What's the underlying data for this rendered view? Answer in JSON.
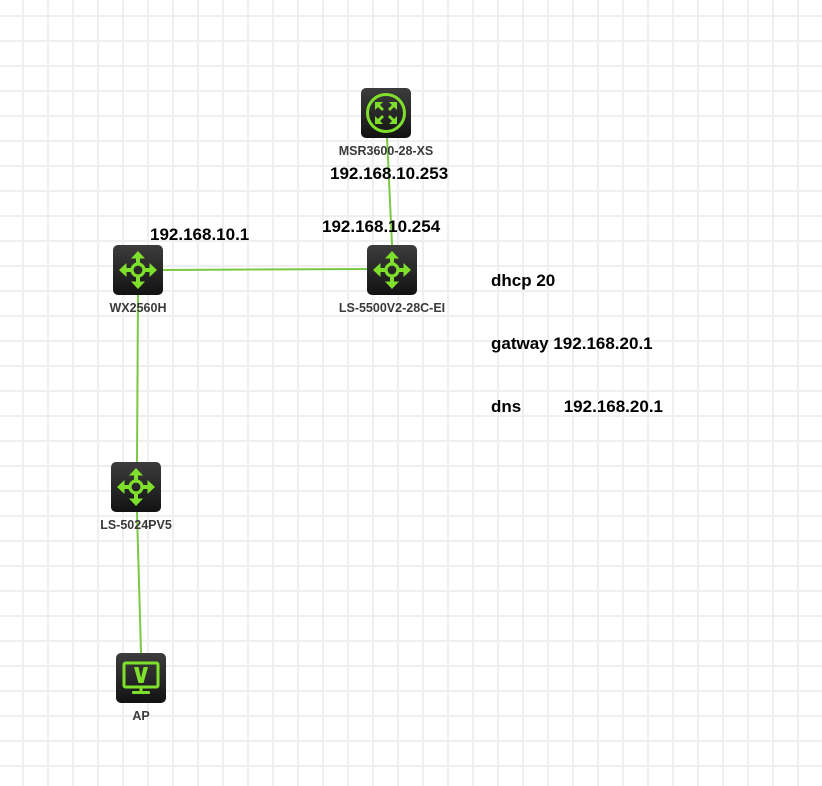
{
  "diagram": {
    "colors": {
      "link": "#7ac943",
      "icon_glyph": "#7fe02c",
      "label_text": "#3a3a3a",
      "annotation_text": "#000000",
      "grid": "#efefef"
    },
    "devices": [
      {
        "id": "router",
        "type": "router",
        "icon": "router-icon",
        "label": "MSR3600-28-XS"
      },
      {
        "id": "core-switch",
        "type": "switch",
        "icon": "switch-icon",
        "label": "LS-5500V2-28C-EI"
      },
      {
        "id": "wireless-controller",
        "type": "switch",
        "icon": "switch-icon",
        "label": "WX2560H"
      },
      {
        "id": "access-switch",
        "type": "switch",
        "icon": "switch-icon",
        "label": "LS-5024PV5"
      },
      {
        "id": "access-point",
        "type": "ap",
        "icon": "monitor-v-icon",
        "label": "AP"
      }
    ],
    "links": [
      {
        "from": "router",
        "to": "core-switch"
      },
      {
        "from": "wireless-controller",
        "to": "core-switch"
      },
      {
        "from": "wireless-controller",
        "to": "access-switch"
      },
      {
        "from": "access-switch",
        "to": "access-point"
      }
    ],
    "annotations": {
      "router_ip": "192.168.10.253",
      "core_switch_ip": "192.168.10.254",
      "controller_ip": "192.168.10.1",
      "dhcp_note": {
        "line1": "dhcp 20",
        "line2": "gatway 192.168.20.1",
        "line3": "dns         192.168.20.1"
      }
    }
  }
}
